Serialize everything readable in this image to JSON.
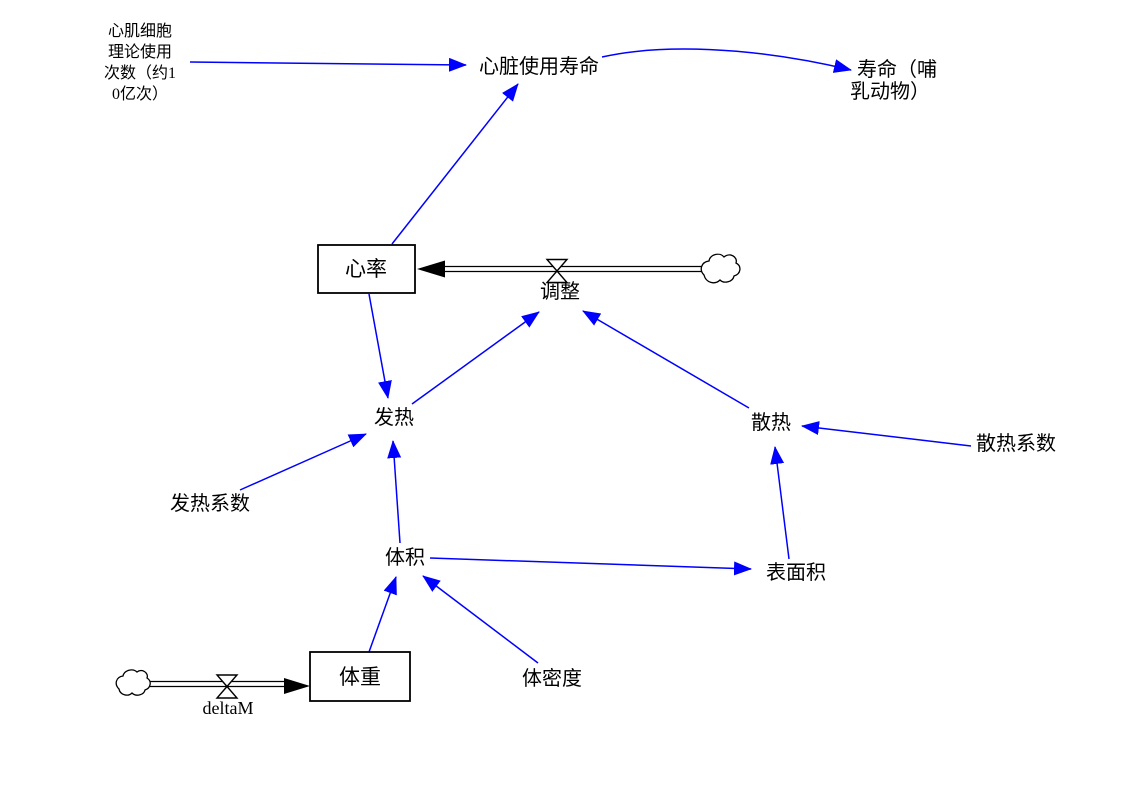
{
  "canvas": {
    "background": "#ffffff",
    "link_color": "#0000ff",
    "flow_color": "#000000",
    "text_color": "#000000"
  },
  "nodes": {
    "heart_cell_uses": {
      "lines": [
        "心肌细胞",
        "理论使用",
        "次数（约1",
        "0亿次）"
      ]
    },
    "heart_service_life": {
      "label": "心脏使用寿命"
    },
    "mammal_lifespan": {
      "lines": [
        "寿命（哺",
        "乳动物）"
      ]
    },
    "heart_rate": {
      "label": "心率"
    },
    "adjustment": {
      "label": "调整"
    },
    "heat_generation": {
      "label": "发热"
    },
    "heat_generation_coefficient": {
      "label": "发热系数"
    },
    "heat_dissipation": {
      "label": "散热"
    },
    "heat_dissipation_coefficient": {
      "label": "散热系数"
    },
    "volume": {
      "label": "体积"
    },
    "surface_area": {
      "label": "表面积"
    },
    "body_density": {
      "label": "体密度"
    },
    "body_weight": {
      "label": "体重"
    },
    "delta_m": {
      "label": "deltaM"
    }
  }
}
